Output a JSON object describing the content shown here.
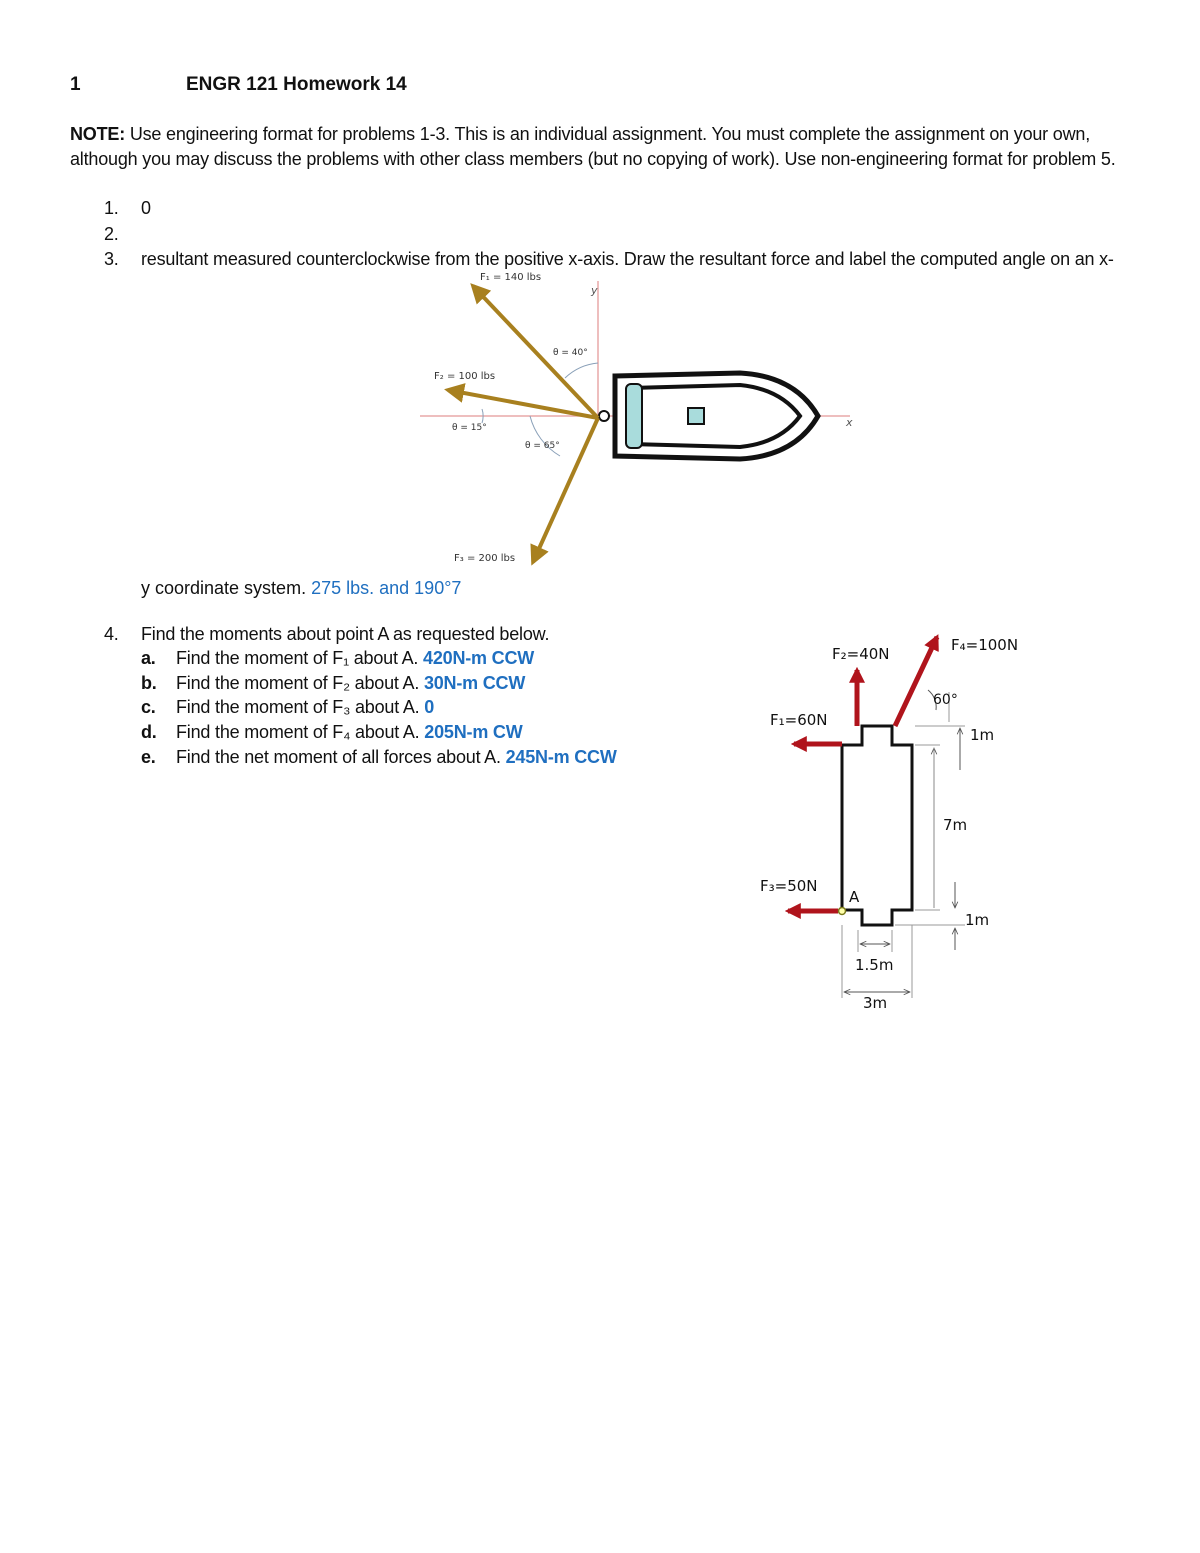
{
  "header": {
    "page_number": "1",
    "title": "ENGR 121  Homework 14"
  },
  "note": {
    "label": "NOTE:",
    "line1": "Use engineering format for problems 1-3. This is an individual assignment. You must complete the assignment on your own,",
    "line2": "although you may discuss the problems with other class members (but no copying of work). Use non-engineering format for problem 5."
  },
  "problems": [
    {
      "num": "1.",
      "text": "0"
    },
    {
      "num": "2.",
      "text": ""
    },
    {
      "num": "3.",
      "text": "resultant measured counterclockwise from the positive x-axis. Draw the resultant force and label the computed angle on an x-"
    }
  ],
  "problem3_tail": {
    "text": "y coordinate system.",
    "answer": "275 lbs. and 190°7"
  },
  "boat_figure": {
    "f1": "F₁ = 140 lbs",
    "f2": "F₂ = 100 lbs",
    "f3": "F₃ = 200 lbs",
    "theta40": "θ = 40°",
    "theta15": "θ = 15°",
    "theta65": "θ = 65°",
    "x_axis": "x",
    "y_axis": "y"
  },
  "problem4": {
    "num": "4.",
    "intro": "Find the moments about point A as requested below.",
    "parts": [
      {
        "label": "a.",
        "text": "Find the moment of F₁ about A.",
        "answer": "420N-m CCW"
      },
      {
        "label": "b.",
        "text": "Find the moment of F₂ about A.",
        "answer": "30N-m CCW"
      },
      {
        "label": "c.",
        "text": "Find the moment of F₃ about A.",
        "answer": "0"
      },
      {
        "label": "d.",
        "text": "Find the moment of F₄ about A.",
        "answer": "205N-m CW"
      },
      {
        "label": "e.",
        "text": "Find the net moment of all forces about A.",
        "answer": "245N-m CCW"
      }
    ]
  },
  "moment_figure": {
    "f1": "F₁=60N",
    "f2": "F₂=40N",
    "f3": "F₃=50N",
    "f4": "F₄=100N",
    "angle": "60°",
    "dim_top": "1m",
    "dim_height": "7m",
    "dim_bottom": "1m",
    "dim_notch": "1.5m",
    "dim_width": "3m",
    "point": "A"
  },
  "colors": {
    "answer": "#1f6fc0",
    "arrow_red": "#b0141c",
    "arrow_brown": "#a8801f"
  }
}
